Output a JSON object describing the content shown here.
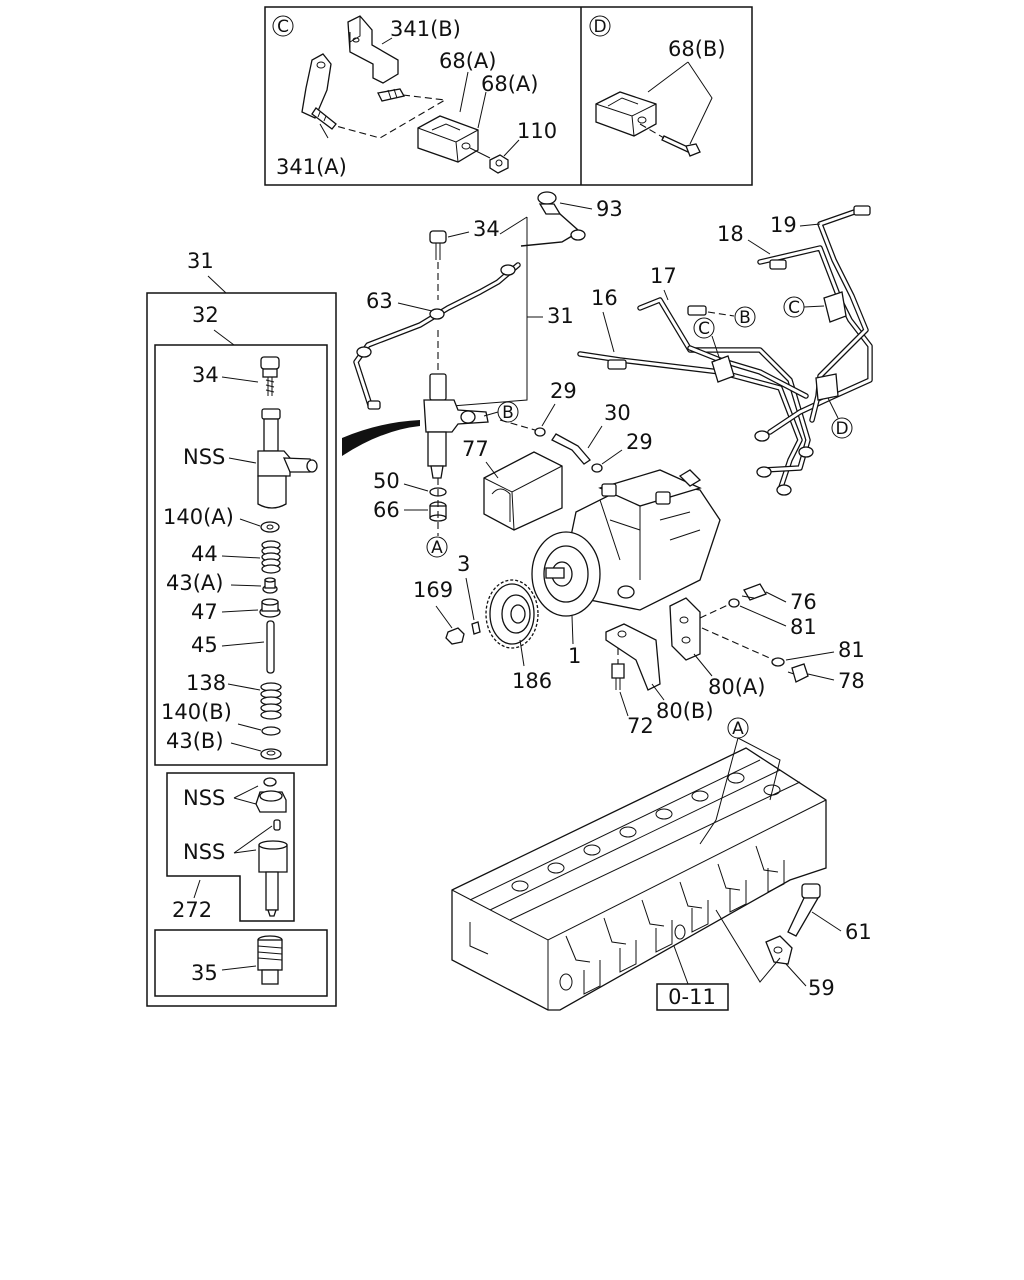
{
  "sections": {
    "C": {
      "letter": "C",
      "labels": {
        "bracket_b": "341(B)",
        "clamp_a1": "68(A)",
        "clamp_a2": "68(A)",
        "nut": "110",
        "bracket_a": "341(A)"
      }
    },
    "D": {
      "letter": "D",
      "labels": {
        "clamp_b": "68(B)"
      }
    }
  },
  "injector_kit": {
    "labels": {
      "assembly": "31",
      "body": "32",
      "bolt": "34",
      "nss_body": "NSS",
      "washer_140a": "140(A)",
      "spring_44": "44",
      "seat_43a": "43(A)",
      "shim_47": "47",
      "pin_45": "45",
      "spring_138": "138",
      "washer_140b": "140(B)",
      "seat_43b": "43(B)",
      "nss_1": "NSS",
      "nss_2": "NSS",
      "nozzle_272": "272",
      "nut_35": "35"
    }
  },
  "main": {
    "labels": {
      "banjo_93": "93",
      "bolt_34": "34",
      "pipe_63": "63",
      "group_31": "31",
      "ref_b_inj": "B",
      "gasket_29a": "29",
      "hose_30": "30",
      "gasket_29b": "29",
      "cover_77": "77",
      "oring_50": "50",
      "seal_66": "66",
      "ref_a": "A",
      "pipe_16": "16",
      "pipe_17": "17",
      "pipe_18": "18",
      "pipe_19": "19",
      "ref_b_pipe": "B",
      "ref_c_1": "C",
      "ref_c_2": "C",
      "ref_d": "D",
      "nut_169": "169",
      "key_3": "3",
      "gear_186": "186",
      "pump_1": "1",
      "bolt_76": "76",
      "washer_81a": "81",
      "washer_81b": "81",
      "bolt_78": "78",
      "bracket_80a": "80(A)",
      "bracket_80b": "80(B)",
      "bolt_72": "72",
      "ref_a_head": "A",
      "bolt_61": "61",
      "clamp_59": "59",
      "head_ref": "0-11"
    }
  }
}
